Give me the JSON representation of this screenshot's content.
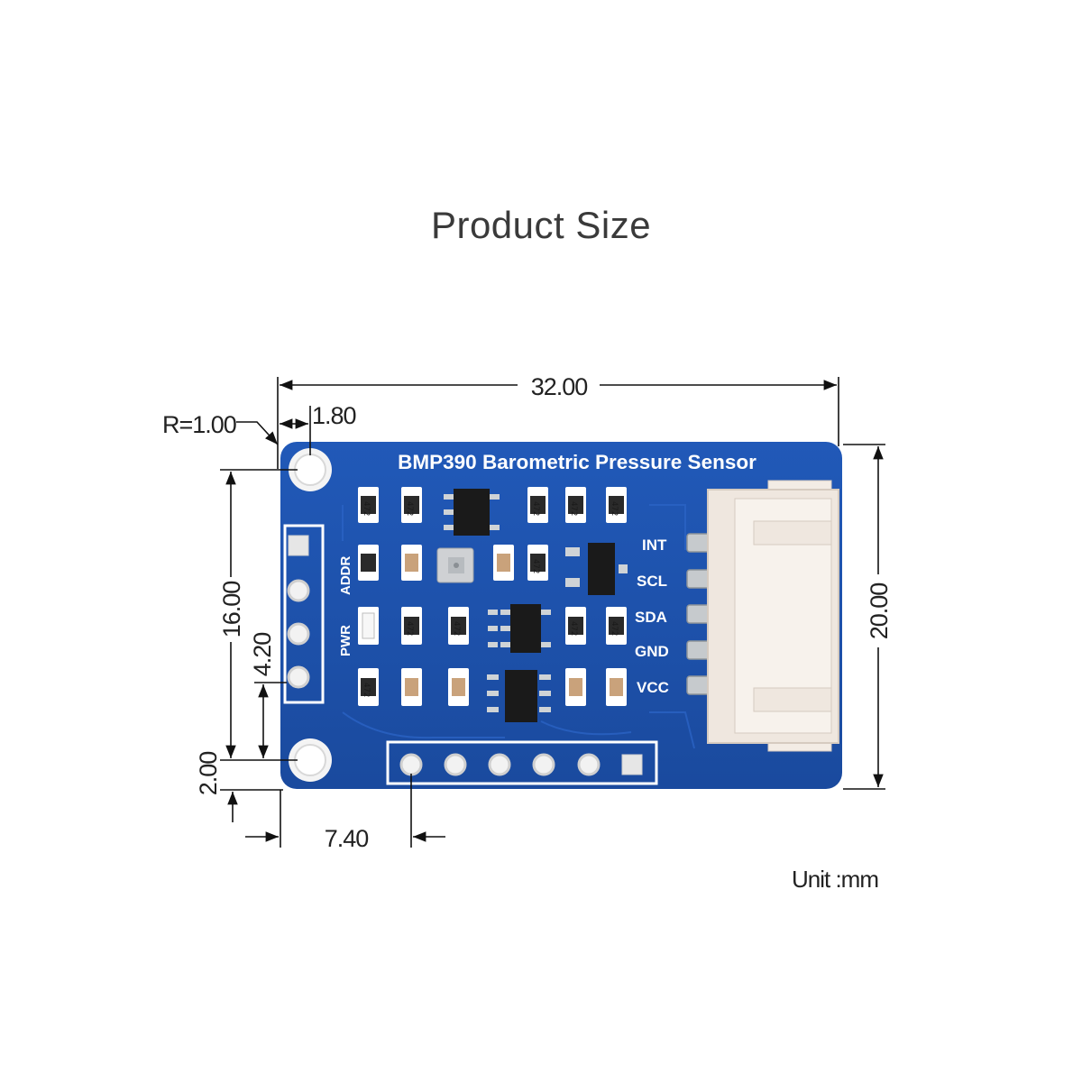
{
  "page": {
    "title": "Product Size",
    "unit_label": "Unit :mm"
  },
  "dimensions": {
    "width": "32.00",
    "hole_offset": "1.80",
    "corner_radius": "R=1.00",
    "left_height": "16.00",
    "pin_pitch": "4.20",
    "bottom_offset": "2.00",
    "header_offset": "7.40",
    "right_height": "20.00"
  },
  "board": {
    "name": "BMP390 Barometric Pressure Sensor",
    "pin_labels": [
      "INT",
      "SCL",
      "SDA",
      "GND",
      "VCC"
    ],
    "side_labels": [
      "ADDR",
      "PWR"
    ],
    "resistor_marking": "472",
    "colors": {
      "pcb": "#1d4fa8",
      "connector": "#efe7df",
      "silkscreen": "#ffffff",
      "pad": "#cfd3d6"
    }
  }
}
